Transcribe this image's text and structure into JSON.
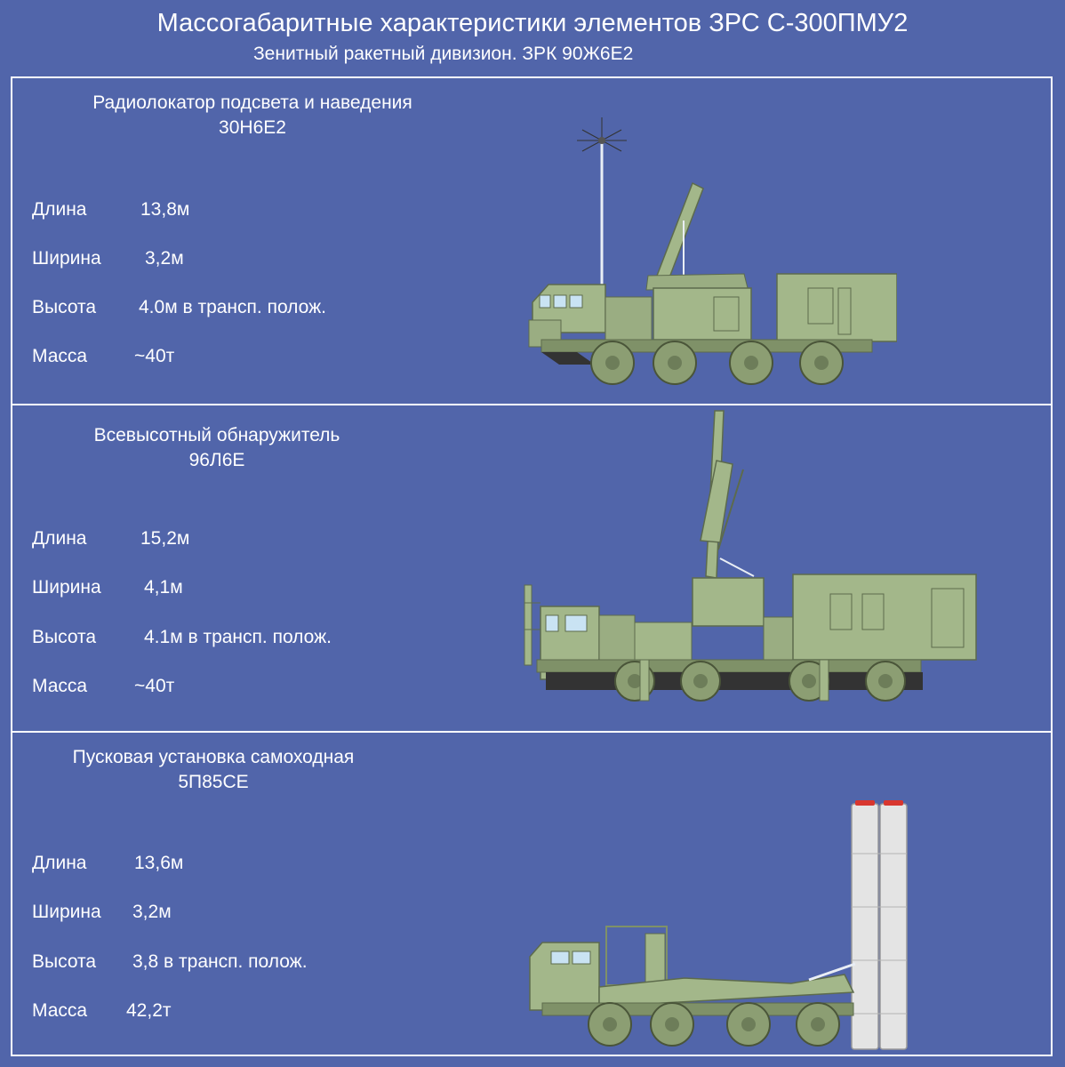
{
  "header": {
    "title": "Массогабаритные характеристики элементов ЗРС С-300ПМУ2",
    "subtitle": "Зенитный ракетный дивизион. ЗРК 90Ж6Е2"
  },
  "colors": {
    "background": "#5165aa",
    "vehicle_olive": "#a3b78a",
    "vehicle_dark": "#7f9168",
    "missile_white": "#e4e4e4",
    "missile_cap": "#d8362f"
  },
  "panels": [
    {
      "name_line1": "Радиолокатор подсвета и наведения",
      "name_line2": "30Н6Е2",
      "specs": [
        {
          "label": "Длина",
          "value": "13,8м"
        },
        {
          "label": "Ширина",
          "value": "3,2м"
        },
        {
          "label": "Высота",
          "value": "4.0м в трансп. полож."
        },
        {
          "label": "Масса",
          "value": "~40т"
        }
      ],
      "icon": "radar-truck-icon"
    },
    {
      "name_line1": "Всевысотный обнаружитель",
      "name_line2": "96Л6Е",
      "specs": [
        {
          "label": "Длина",
          "value": "15,2м"
        },
        {
          "label": "Ширина",
          "value": "4,1м"
        },
        {
          "label": "Высота",
          "value": "4.1м в трансп. полож."
        },
        {
          "label": "Масса",
          "value": "~40т"
        }
      ],
      "icon": "detector-truck-icon"
    },
    {
      "name_line1": "Пусковая установка самоходная",
      "name_line2": "5П85СЕ",
      "specs": [
        {
          "label": "Длина",
          "value": "13,6м"
        },
        {
          "label": "Ширина",
          "value": "3,2м"
        },
        {
          "label": "Высота",
          "value": "3,8 в трансп. полож."
        },
        {
          "label": "Масса",
          "value": "42,2т"
        }
      ],
      "icon": "launcher-truck-icon"
    }
  ]
}
